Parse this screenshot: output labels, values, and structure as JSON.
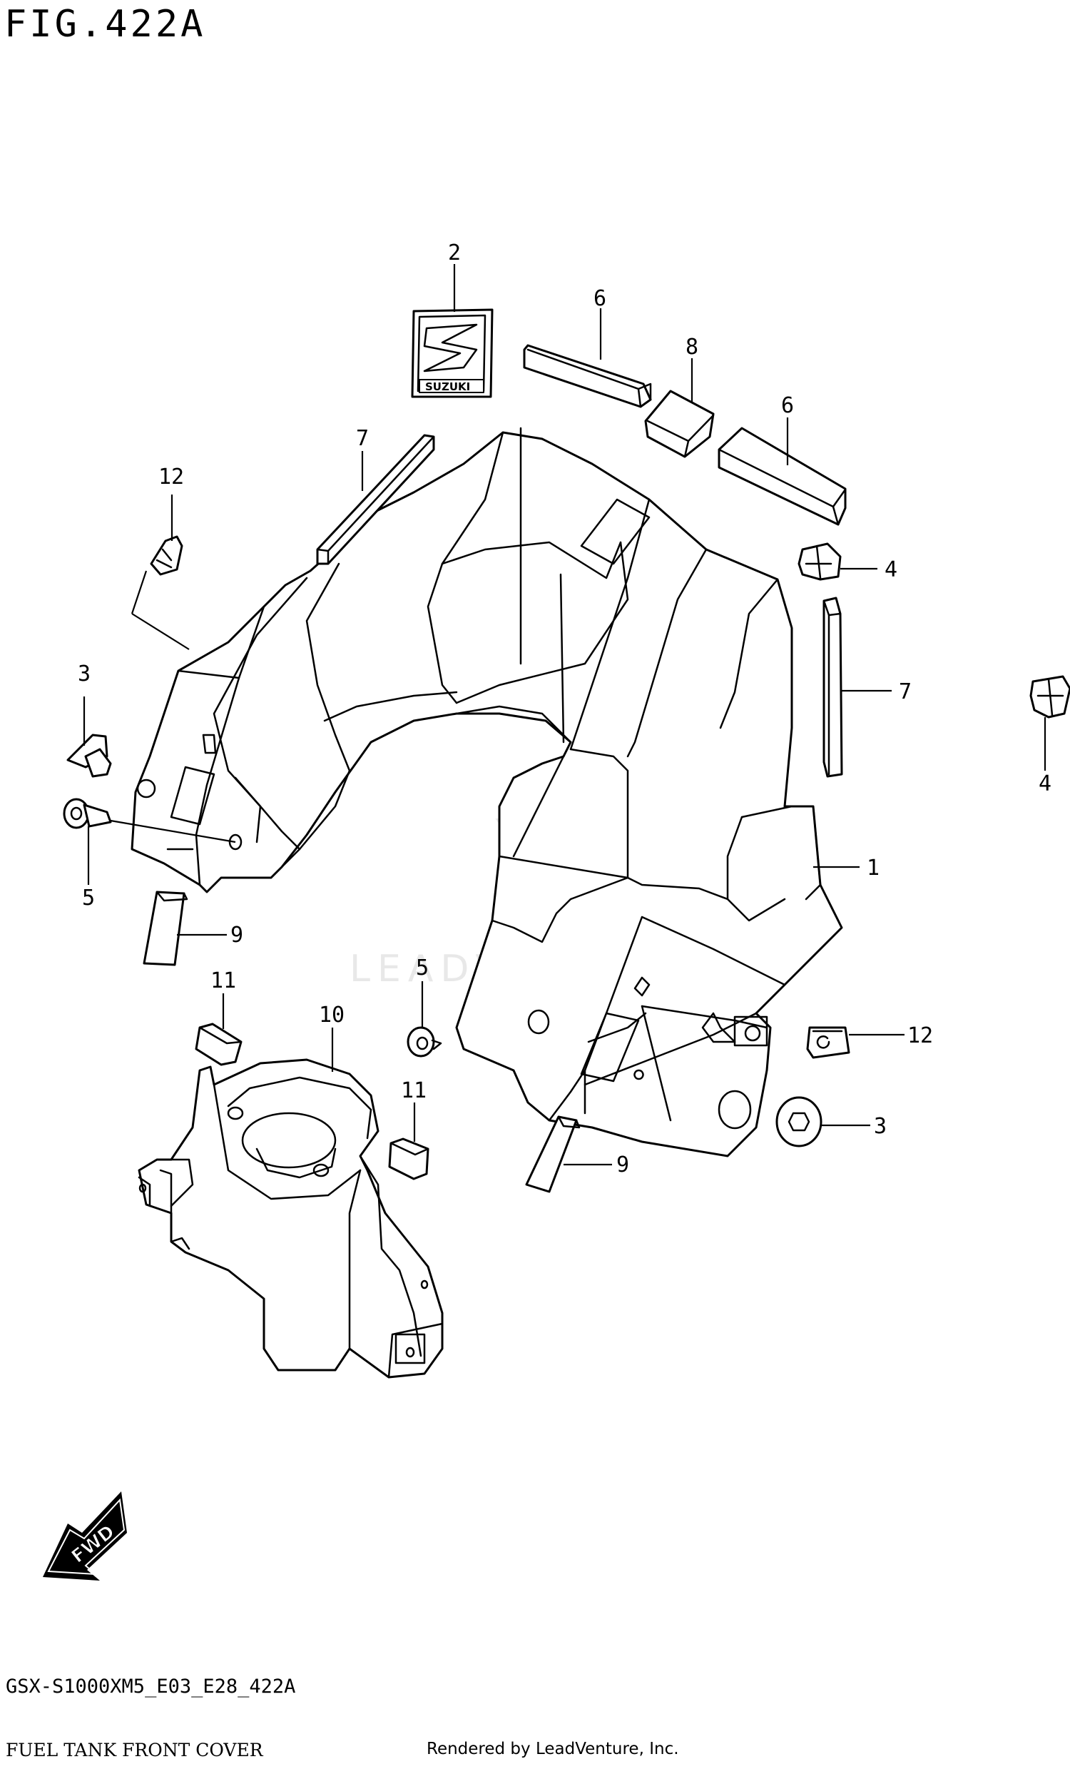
{
  "figure": {
    "title": "FIG.422A",
    "model_code": "GSX-S1000XM5_E03_E28_422A",
    "section_title": "FUEL TANK FRONT COVER",
    "rendered_by": "Rendered by LeadVenture, Inc.",
    "watermark": "LEADVENTURE",
    "emblem_text": "SUZUKI",
    "fwd_label": "FWD"
  },
  "callouts": [
    {
      "id": "c2",
      "label": "2"
    },
    {
      "id": "c6a",
      "label": "6"
    },
    {
      "id": "c8",
      "label": "8"
    },
    {
      "id": "c6b",
      "label": "6"
    },
    {
      "id": "c7a",
      "label": "7"
    },
    {
      "id": "c12a",
      "label": "12"
    },
    {
      "id": "c4a",
      "label": "4"
    },
    {
      "id": "c7b",
      "label": "7"
    },
    {
      "id": "c4b",
      "label": "4"
    },
    {
      "id": "c3a",
      "label": "3"
    },
    {
      "id": "c5a",
      "label": "5"
    },
    {
      "id": "c1",
      "label": "1"
    },
    {
      "id": "c9a",
      "label": "9"
    },
    {
      "id": "c11a",
      "label": "11"
    },
    {
      "id": "c10",
      "label": "10"
    },
    {
      "id": "c5b",
      "label": "5"
    },
    {
      "id": "c11b",
      "label": "11"
    },
    {
      "id": "c12b",
      "label": "12"
    },
    {
      "id": "c3b",
      "label": "3"
    },
    {
      "id": "c9b",
      "label": "9"
    }
  ]
}
